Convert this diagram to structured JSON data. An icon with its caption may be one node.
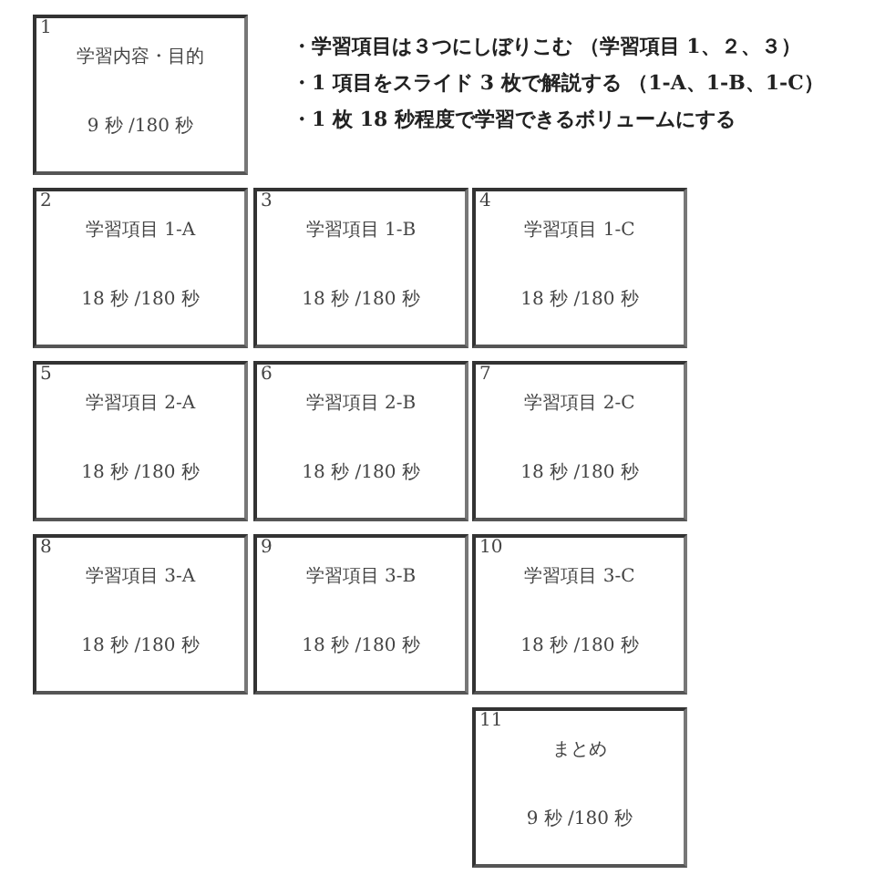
{
  "diagram": {
    "nodes": [
      {
        "text": [
          "1",
          "学習内容・目的",
          "9 秒 /180 秒"
        ]
      },
      {
        "text": [
          "2",
          "学習項目 1-A",
          "18 秒 /180 秒"
        ]
      },
      {
        "text": [
          "3",
          "学習項目 1-B",
          "18 秒 /180 秒"
        ]
      },
      {
        "text": [
          "4",
          "学習項目 1-C",
          "18 秒 /180 秒"
        ]
      },
      {
        "text": [
          "5",
          "学習項目 2-A",
          "18 秒 /180 秒"
        ]
      },
      {
        "text": [
          "6",
          "学習項目 2-B",
          "18 秒 /180 秒"
        ]
      },
      {
        "text": [
          "7",
          "学習項目 2-C",
          "18 秒 /180 秒"
        ]
      },
      {
        "text": [
          "8",
          "学習項目 3-A",
          "18 秒 /180 秒"
        ]
      },
      {
        "text": [
          "9",
          "学習項目 3-B",
          "18 秒 /180 秒"
        ]
      },
      {
        "text": [
          "10",
          "学習項目 3-C",
          "18 秒 /180 秒"
        ]
      },
      {
        "text": [
          "11",
          "まとめ",
          "9 秒 /180 秒"
        ]
      }
    ],
    "edges": [],
    "labels": [
      "・学習項目は３つにしぼりこむ （学習項目 1、２、３）",
      "・1 項目をスライド 3 枚で解説する （1-A、1-B、1-C）",
      "・1 枚 18 秒程度で学習できるボリュームにする"
    ]
  }
}
